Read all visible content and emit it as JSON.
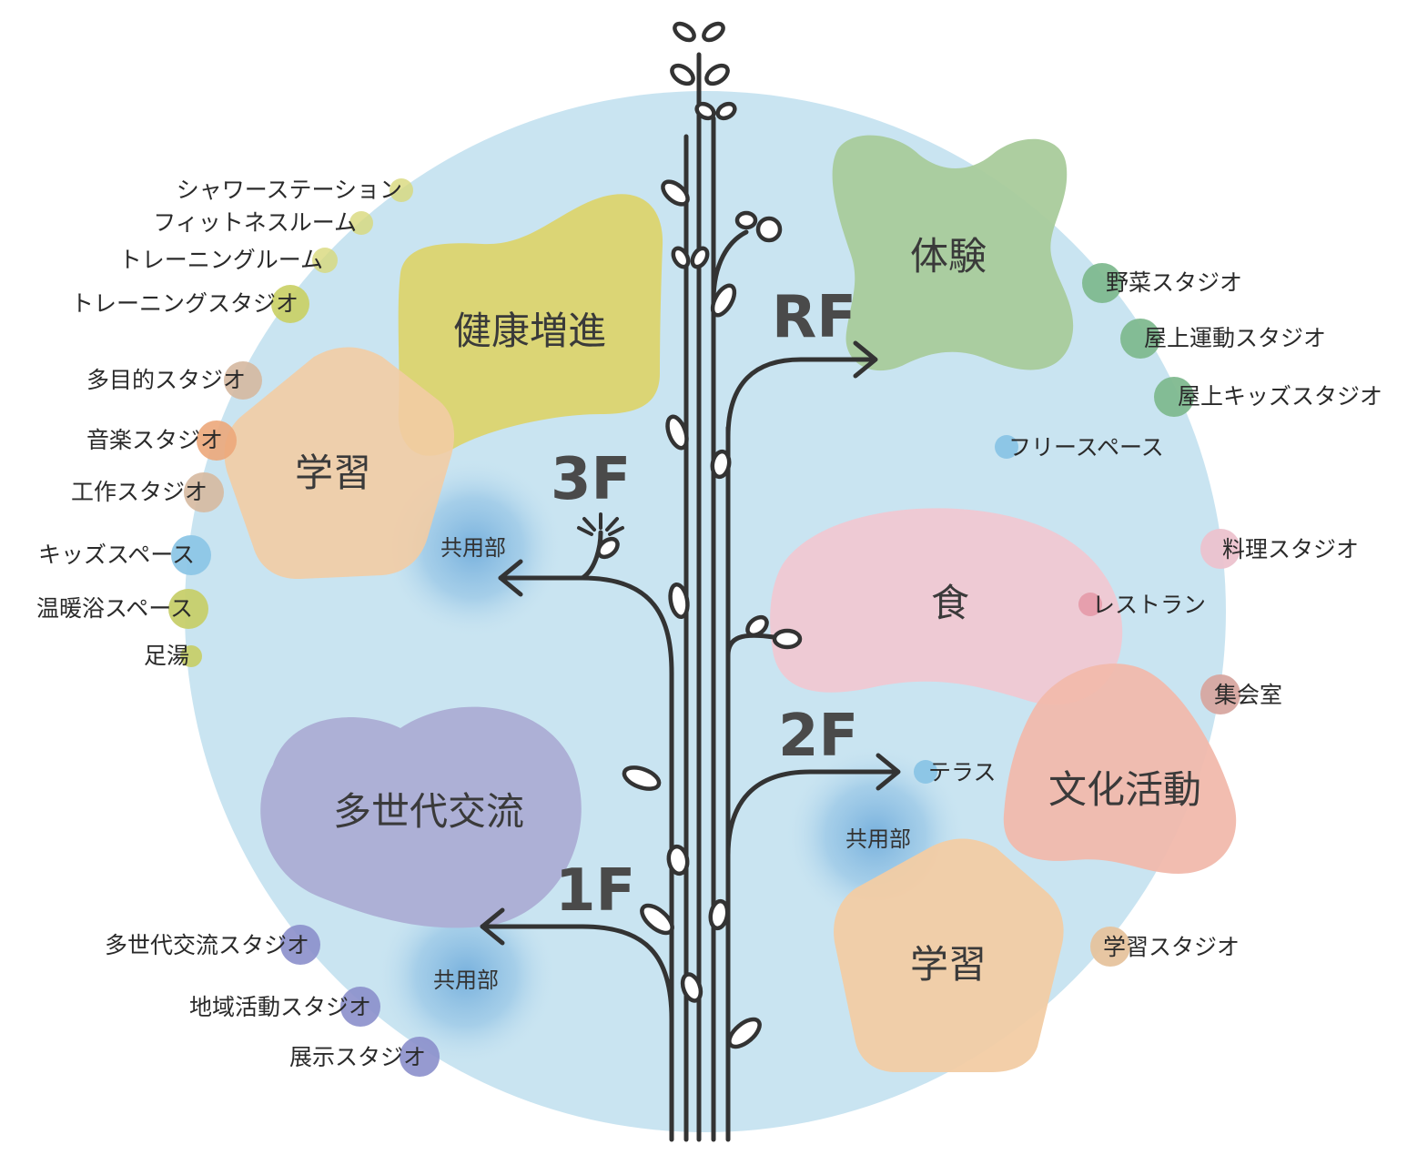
{
  "zones": {
    "health": "健康増進",
    "study_upper": "学習",
    "experience": "体験",
    "food": "食",
    "culture": "文化活動",
    "multigen": "多世代交流",
    "study_lower": "学習"
  },
  "floors": {
    "rf": "RF",
    "f3": "3F",
    "f2": "2F",
    "f1": "1F"
  },
  "common": {
    "f3": "共用部",
    "f2": "共用部",
    "f1": "共用部"
  },
  "rooms": {
    "shower_station": "シャワーステーション",
    "fitness_room": "フィットネスルーム",
    "training_room": "トレーニングルーム",
    "training_studio": "トレーニングスタジオ",
    "multipurpose_studio": "多目的スタジオ",
    "music_studio": "音楽スタジオ",
    "craft_studio": "工作スタジオ",
    "kids_space": "キッズスペース",
    "warm_bath_space": "温暖浴スペース",
    "foot_bath": "足湯",
    "vegetable_studio": "野菜スタジオ",
    "rooftop_sports_studio": "屋上運動スタジオ",
    "rooftop_kids_studio": "屋上キッズスタジオ",
    "free_space": "フリースペース",
    "cooking_studio": "料理スタジオ",
    "restaurant": "レストラン",
    "assembly_room": "集会室",
    "terrace": "テラス",
    "study_studio": "学習スタジオ",
    "multigen_studio": "多世代交流スタジオ",
    "community_studio": "地域活動スタジオ",
    "exhibition_studio": "展示スタジオ"
  },
  "colors": {
    "circle": "#c9e4f1",
    "health": "#dcd46e",
    "study": "#f2cca4",
    "experience": "#a9cb9b",
    "food": "#f0c8d2",
    "culture": "#f1b9ac",
    "multigen": "#adb0d6",
    "common_glow": "#6fa8d8",
    "stem": "#333333"
  }
}
